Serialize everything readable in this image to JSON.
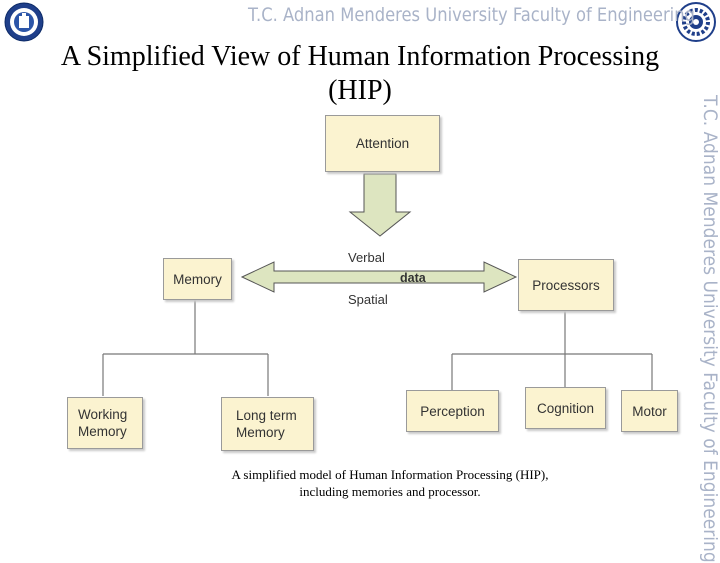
{
  "header": {
    "banner_text": "T.C.   Adnan Menderes University   Faculty of Engineering"
  },
  "side_banner": {
    "text": "T.C.   Adnan Menderes University   Faculty of Engineering"
  },
  "title": {
    "line1": "A Simplified View of Human Information Processing",
    "line2": "(HIP)"
  },
  "diagram": {
    "attention": "Attention",
    "memory": "Memory",
    "processors": "Processors",
    "working_memory": {
      "line1": "Working",
      "line2": "Memory"
    },
    "long_term_memory": {
      "line1": "Long term",
      "line2": "Memory"
    },
    "perception": "Perception",
    "cognition": "Cognition",
    "motor": "Motor",
    "arrow_top_label": "Verbal",
    "arrow_center_label": "data",
    "arrow_bottom_label": "Spatial"
  },
  "caption": {
    "line1": "A simplified model of Human Information Processing (HIP),",
    "line2": "including memories and processor."
  },
  "colors": {
    "box_fill": "#fbf3d0",
    "arrow_fill": "#dde5c0",
    "banner": "#a9b3c8"
  }
}
